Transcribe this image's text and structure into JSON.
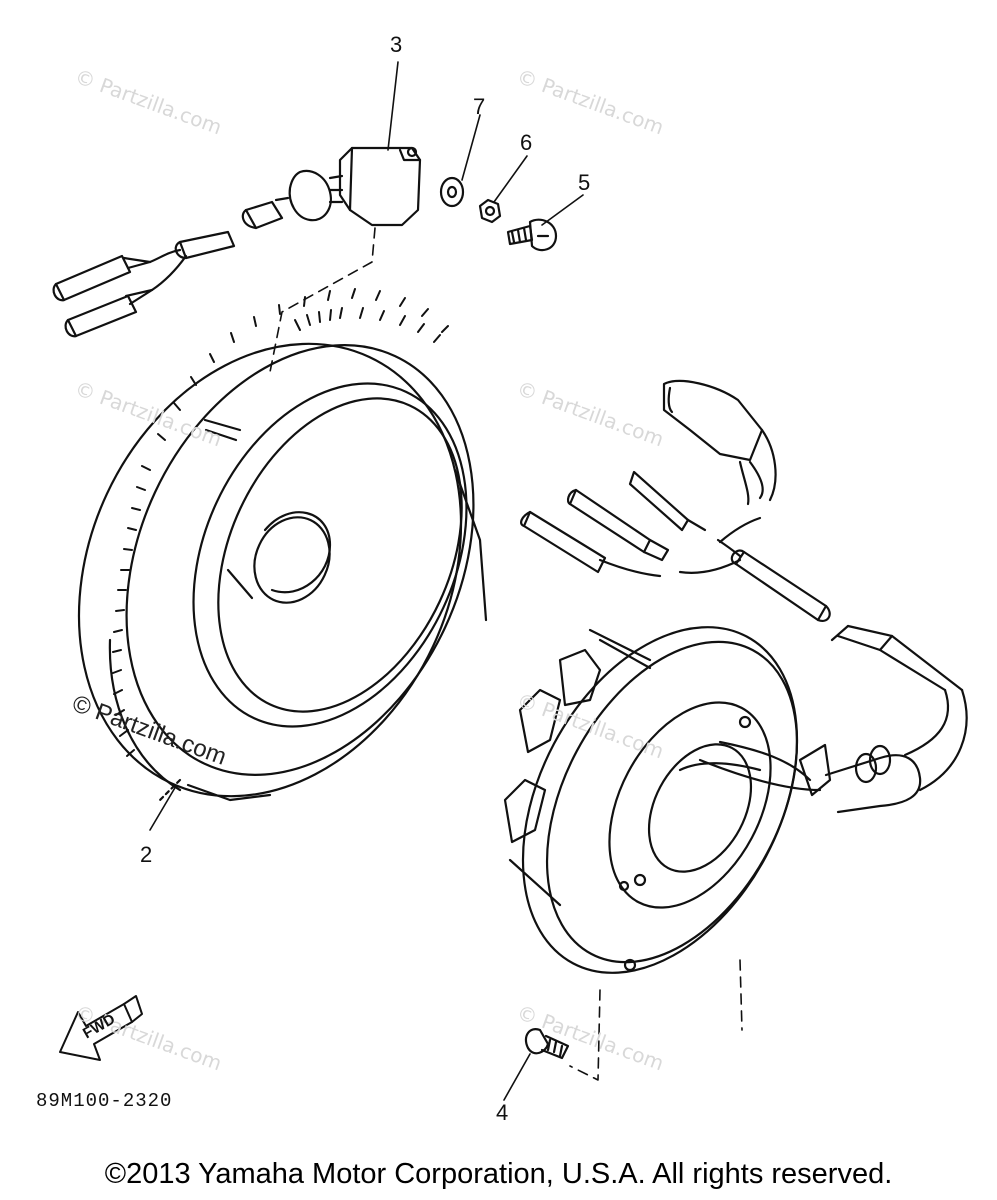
{
  "callouts": [
    {
      "id": "callout-2",
      "text": "2"
    },
    {
      "id": "callout-3",
      "text": "3"
    },
    {
      "id": "callout-4",
      "text": "4"
    },
    {
      "id": "callout-5",
      "text": "5"
    },
    {
      "id": "callout-6",
      "text": "6"
    },
    {
      "id": "callout-7",
      "text": "7"
    }
  ],
  "diagram_code": "89M100-2320",
  "fwd_label": "FWD",
  "watermark": "© Partzilla.com",
  "copyright": "©2013 Yamaha Motor Corporation, U.S.A. All rights reserved."
}
